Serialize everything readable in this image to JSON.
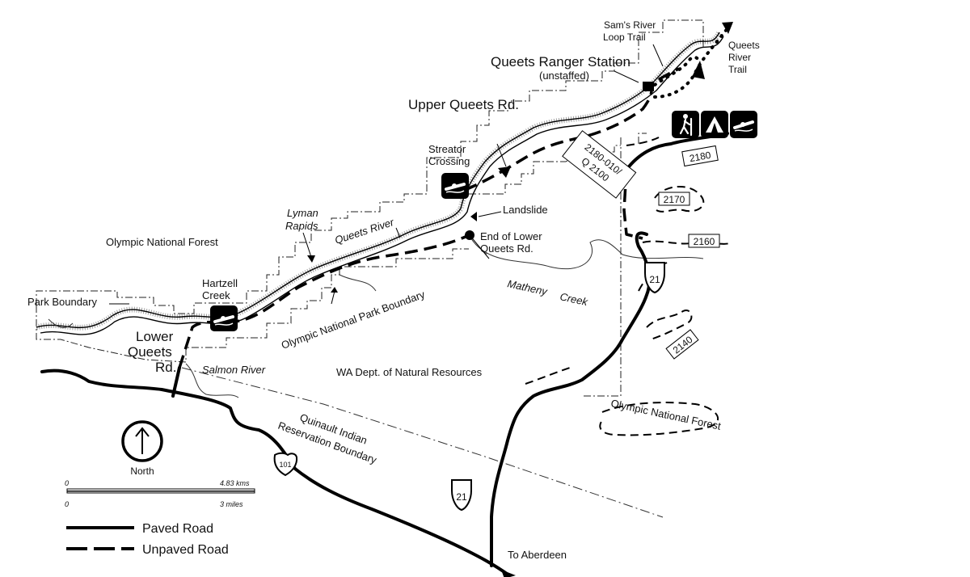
{
  "places": {
    "queets_ranger_station": "Queets Ranger Station",
    "unstaffed": "(unstaffed)",
    "sams_river_1": "Sam's River",
    "sams_river_2": "Loop Trail",
    "queets_trail_1": "Queets",
    "queets_trail_2": "River",
    "queets_trail_3": "Trail",
    "upper_queets_rd": "Upper Queets Rd.",
    "streator_1": "Streator",
    "streator_2": "Crossing",
    "landslide": "Landslide",
    "end_lower_1": "End of Lower",
    "end_lower_2": "Queets Rd.",
    "lyman_1": "Lyman",
    "lyman_2": "Rapids",
    "queets_river": "Queets River",
    "olympic_nf_west": "Olympic National Forest",
    "hartzell_1": "Hartzell",
    "hartzell_2": "Creek",
    "park_boundary": "Park Boundary",
    "onp_boundary": "Olympic National Park Boundary",
    "lower_queets_1": "Lower",
    "lower_queets_2": "Queets",
    "lower_queets_3": "Rd.",
    "salmon_river": "Salmon River",
    "wa_dnr": "WA Dept. of Natural Resources",
    "matheny": "Matheny",
    "creek": "Creek",
    "olympic_nf_east": "Olympic National Forest",
    "quinault_1": "Quinault Indian",
    "quinault_2": "Reservation Boundary",
    "to_aberdeen": "To Aberdeen"
  },
  "routes": {
    "r2180": "2180",
    "r2170": "2170",
    "r2160": "2160",
    "r2140": "2140",
    "r2180_010_1": "2180-010/",
    "r2180_010_2": "Q 2100",
    "hwy21": "21",
    "hwy101": "101"
  },
  "compass": {
    "label": "North"
  },
  "scale": {
    "km": "4.83 kms",
    "miles": "3 miles",
    "zero": "0"
  },
  "legend": {
    "paved": "Paved Road",
    "unpaved": "Unpaved Road"
  },
  "icons": [
    "hiker-icon",
    "campground-icon",
    "boat-launch-icon"
  ]
}
